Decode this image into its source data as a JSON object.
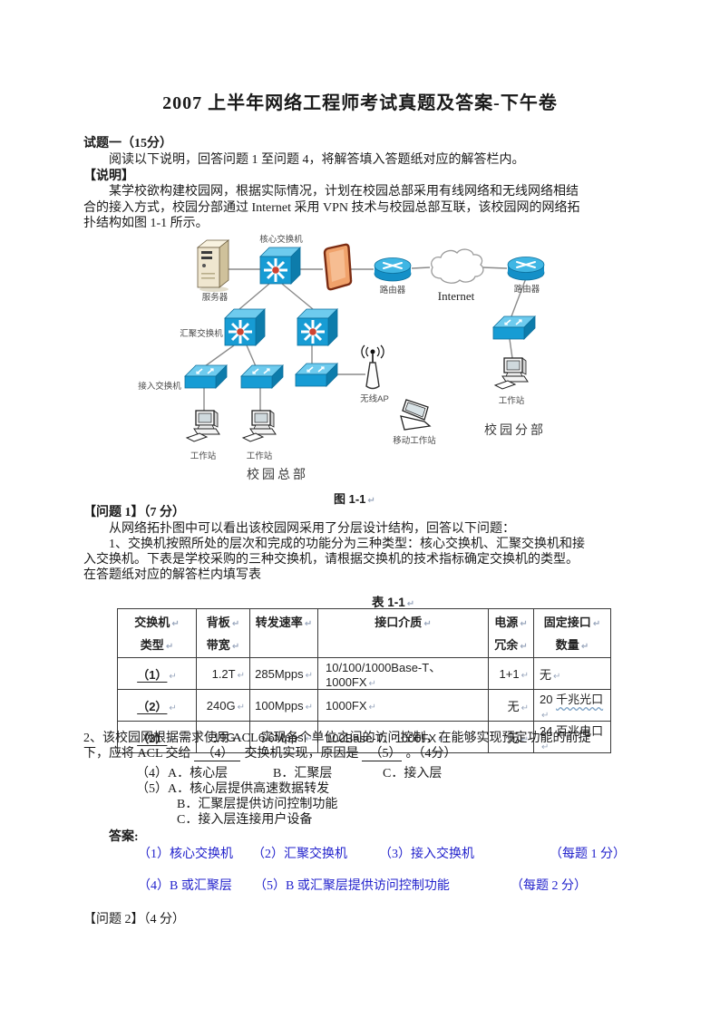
{
  "doc": {
    "title": "2007 上半年网络工程师考试真题及答案-下午卷",
    "pmark": "↵"
  },
  "colors": {
    "answer_blue": "#2222cc",
    "switch_blue": "#179cd4",
    "firewall_orange": "#f0a26b"
  },
  "section1": {
    "heading": "试题一（15分）",
    "intro": "阅读以下说明，回答问题 1 至问题 4，将解答填入答题纸对应的解答栏内。",
    "note_label": "【说明】",
    "desc1": "某学校欲构建校园网，根据实际情况，计划在校园总部采用有线网络和无线网络相结",
    "desc2": "合的接入方式，校园分部通过 Internet 采用 VPN 技术与校园总部互联，该校园网的网络拓",
    "desc3": "扑结构如图 1-1 所示。"
  },
  "diagram": {
    "caption": "图 1-1",
    "labels": {
      "core_switch": "核心交换机",
      "server": "服务器",
      "router_left": "路由器",
      "internet": "Internet",
      "router_right": "路由器",
      "agg_switch": "汇聚交换机",
      "access_switch": "接入交换机",
      "wireless_ap": "无线AP",
      "workstation": "工作站",
      "mobile_ws": "移动工作站",
      "hq": "校园总部",
      "branch": "校园分部"
    }
  },
  "problem1": {
    "heading": "【问题 1】（7 分）",
    "l1": "从网络拓扑图中可以看出该校园网采用了分层设计结构，回答以下问题：",
    "l2": "1、交换机按照所处的层次和完成的功能分为三种类型：核心交换机、汇聚交换机和接",
    "l3": "入交换机。下表是学校采购的三种交换机，请根据交换机的技术指标确定交换机的类型。",
    "l4": "在答题纸对应的解答栏内填写表",
    "q2_line1": "2、该校园网根据需求使用 ACL 实现各个单位之间的访问控制，在能够实现预定功能的前提",
    "q2_line2_pre": "下，应将 ACL 交给",
    "q2_blank4": "（4）",
    "q2_line2_mid": "交换机实现，原因是",
    "q2_blank5": "（5）",
    "q2_line2_post": "。（4分）",
    "opt4_a": "（4）A．核心层",
    "opt4_b": "B．汇聚层",
    "opt4_c": "C．接入层",
    "opt5_a": "（5）A．核心层提供高速数据转发",
    "opt5_b": "B．汇聚层提供访问控制功能",
    "opt5_c": "C．接入层连接用户设备"
  },
  "table": {
    "caption": "表 1-1",
    "headers": [
      [
        "交换机",
        "类型"
      ],
      [
        "背板",
        "带宽"
      ],
      [
        "转发速率"
      ],
      [
        "接口介质"
      ],
      [
        "电源",
        "冗余"
      ],
      [
        "固定接口",
        "数量"
      ]
    ],
    "rows": [
      [
        "（1）",
        "1.2T",
        "285Mpps",
        "10/100/1000Base-T、1000FX",
        "1+1",
        "无"
      ],
      [
        "（2）",
        "240G",
        "100Mpps",
        "1000FX",
        "无",
        {
          "prefix": "20 ",
          "wavy": "千兆光口"
        }
      ],
      [
        "（3）",
        "19G",
        "6.6Mpps",
        "100Base-T、1000FX",
        "无",
        "24 百兆电口"
      ]
    ]
  },
  "answers": {
    "label": "答案:",
    "a1": "（1）核心交换机",
    "a2": "（2）汇聚交换机",
    "a3": "（3）接入交换机",
    "score1": "（每题 1 分）",
    "a4": "（4）B 或汇聚层",
    "a5": "（5）B 或汇聚层提供访问控制功能",
    "score2": "（每题 2 分）"
  },
  "problem2": {
    "heading": "【问题 2】（4 分）"
  }
}
